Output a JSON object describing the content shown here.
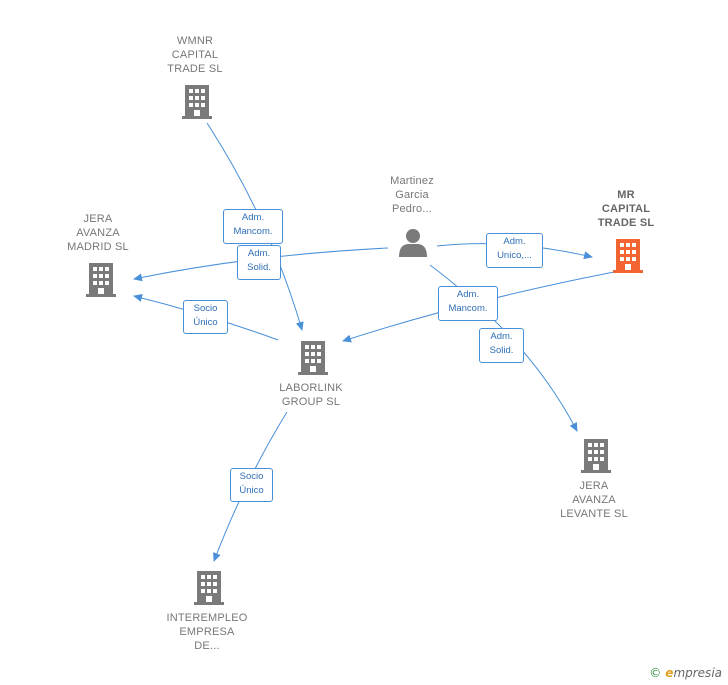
{
  "nodes": {
    "wmnr": {
      "label": "WMNR\nCAPITAL\nTRADE  SL"
    },
    "jera_madrid": {
      "label": "JERA\nAVANZA\nMADRID  SL"
    },
    "martinez": {
      "label": "Martinez\nGarcia\nPedro..."
    },
    "mr_capital": {
      "label": "MR\nCAPITAL\nTRADE  SL"
    },
    "laborlink": {
      "label": "LABORLINK\nGROUP  SL"
    },
    "jera_levante": {
      "label": "JERA\nAVANZA\nLEVANTE  SL"
    },
    "interempleo": {
      "label": "INTEREMPLEO\nEMPRESA\nDE..."
    }
  },
  "edges": {
    "wmnr_laborlink": {
      "label": "Adm.\nMancom."
    },
    "martinez_jera_madrid": {
      "label": "Adm.\nSolid."
    },
    "laborlink_jera_madrid": {
      "label": "Socio\nÚnico"
    },
    "martinez_mr_capital": {
      "label": "Adm.\nUnico,..."
    },
    "martinez_laborlink": {
      "label": "Adm.\nMancom."
    },
    "martinez_jera_levante": {
      "label": "Adm.\nSolid."
    },
    "laborlink_interempleo": {
      "label": "Socio\nÚnico"
    }
  },
  "colors": {
    "edge": "#4a90d9",
    "building": "#7a7a7a",
    "building_focus": "#f26531",
    "person": "#7a7a7a"
  },
  "footer": {
    "copyright_symbol": "©",
    "brand": "mpresia",
    "brand_initial": "e"
  }
}
